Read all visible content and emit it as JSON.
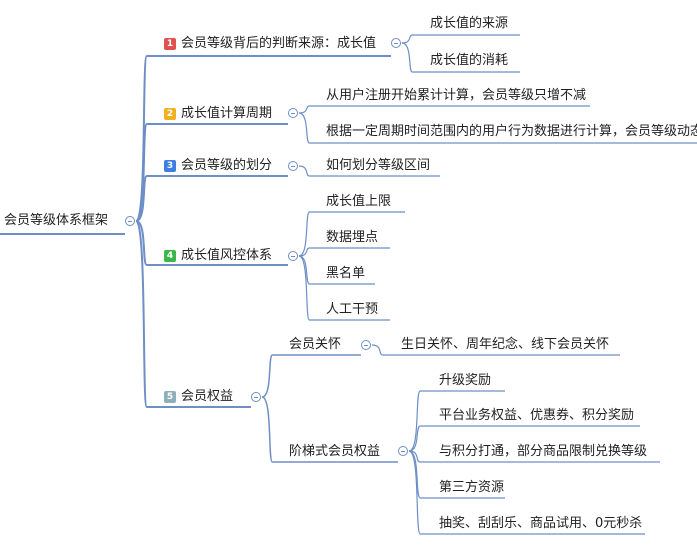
{
  "root": {
    "label": "会员等级体系框架"
  },
  "branches": [
    {
      "badge": "1",
      "badge_color": "#e05252",
      "label": "会员等级背后的判断来源：成长值",
      "children": [
        "成长值的来源",
        "成长值的消耗"
      ]
    },
    {
      "badge": "2",
      "badge_color": "#f0b020",
      "label": "成长值计算周期",
      "children": [
        "从用户注册开始累计计算，会员等级只增不减",
        "根据一定周期时间范围内的用户行为数据进行计算，会员等级动态"
      ]
    },
    {
      "badge": "3",
      "badge_color": "#3d7fe0",
      "label": "会员等级的划分",
      "children": [
        "如何划分等级区间"
      ]
    },
    {
      "badge": "4",
      "badge_color": "#3cb54a",
      "label": "成长值风控体系",
      "children": [
        "成长值上限",
        "数据埋点",
        "黑名单",
        "人工干预"
      ]
    },
    {
      "badge": "5",
      "badge_color": "#8fb0b8",
      "label": "会员权益",
      "sub": [
        {
          "label": "会员关怀",
          "children": [
            "生日关怀、周年纪念、线下会员关怀"
          ]
        },
        {
          "label": "阶梯式会员权益",
          "children": [
            "升级奖励",
            "平台业务权益、优惠券、积分奖励",
            "与积分打通，部分商品限制兑换等级",
            "第三方资源",
            "抽奖、刮刮乐、商品试用、0元秒杀"
          ]
        }
      ]
    }
  ],
  "colors": {
    "line": "#6d8fc6"
  }
}
